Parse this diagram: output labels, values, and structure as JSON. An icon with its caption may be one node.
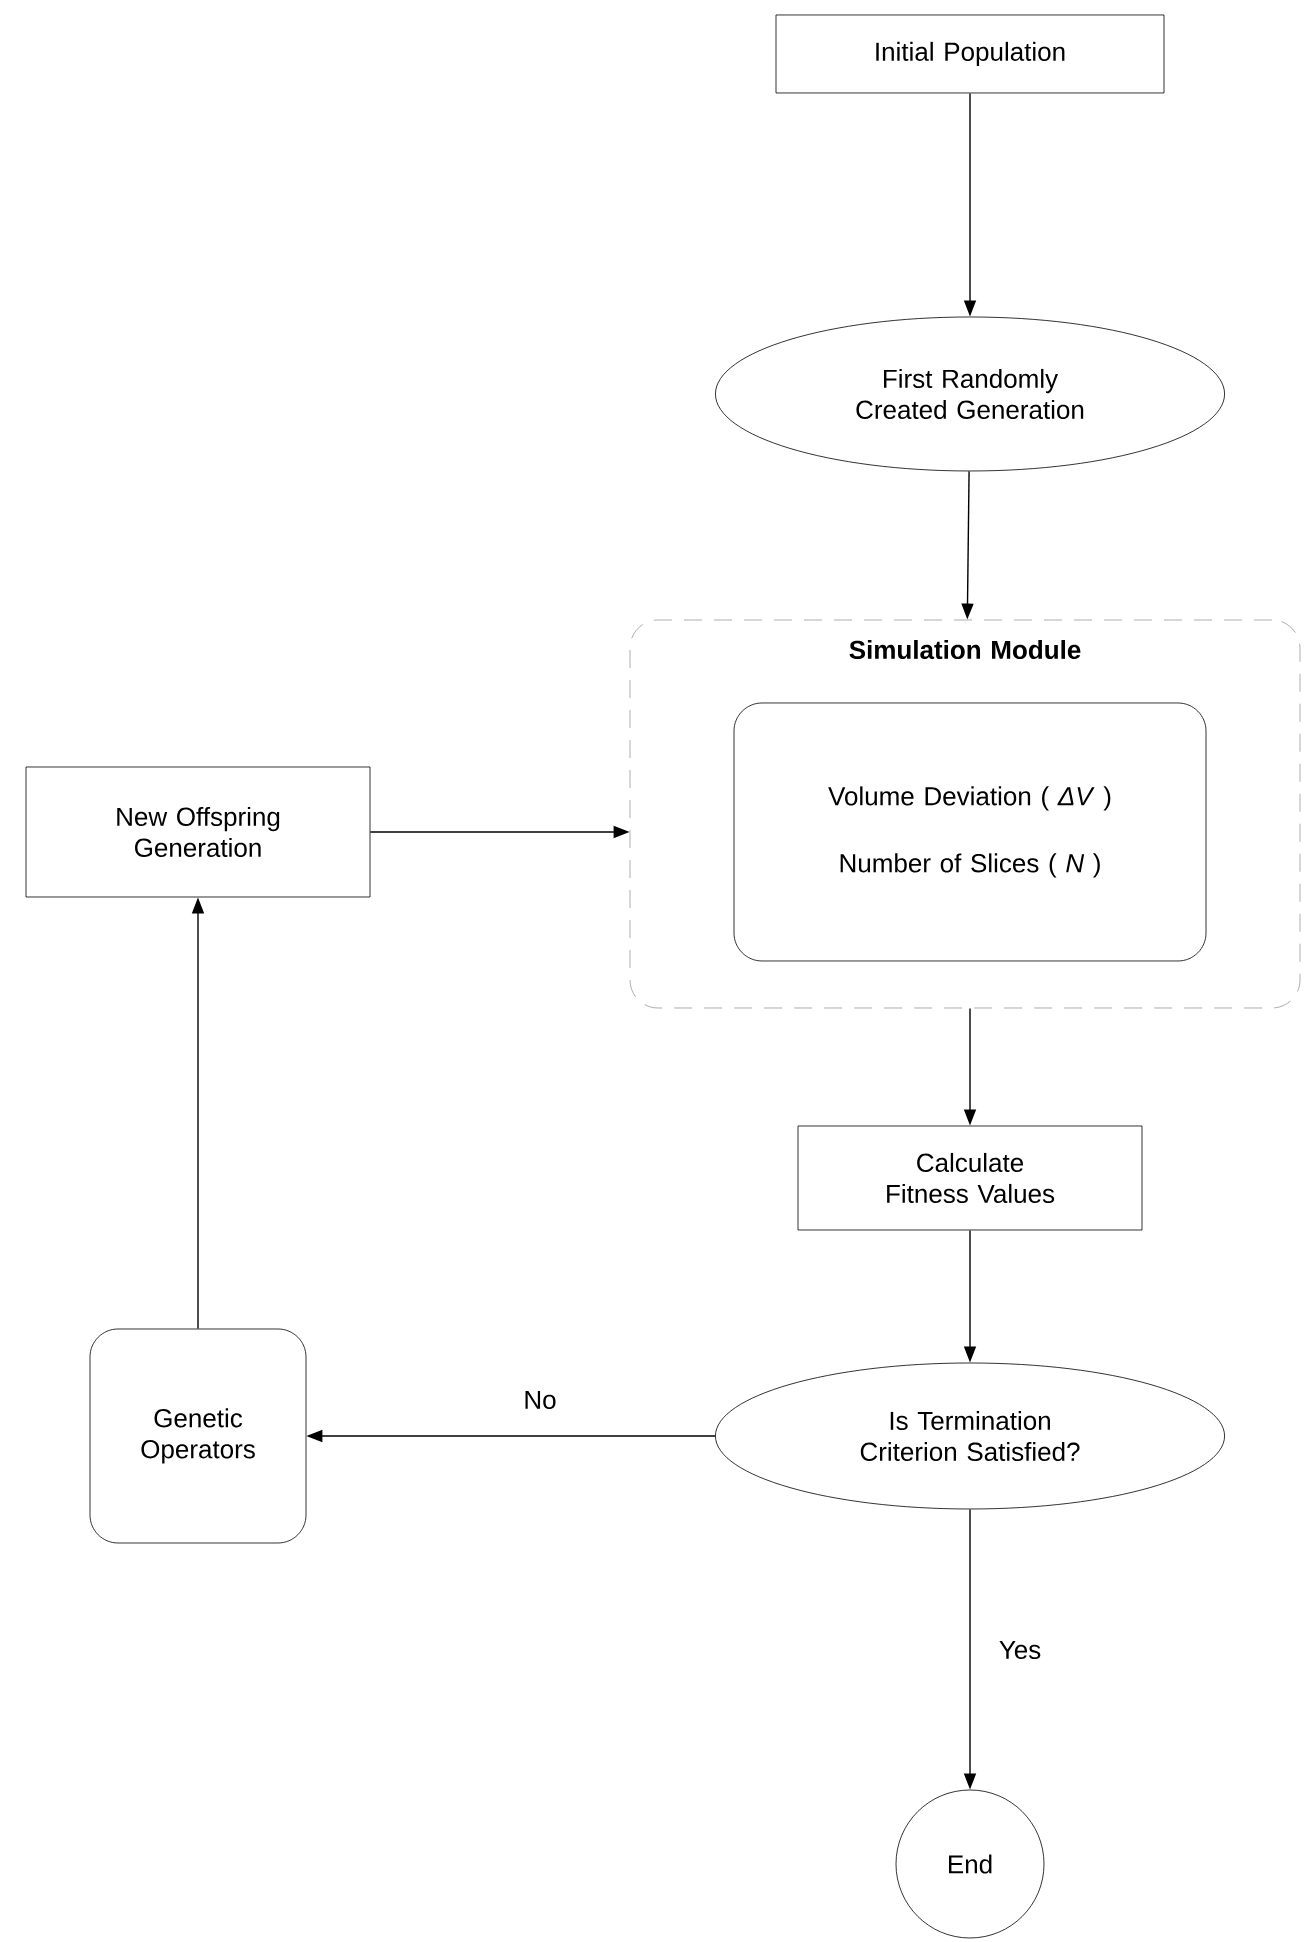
{
  "diagram": {
    "nodes": [
      {
        "text": [
          "Initial Population"
        ]
      },
      {
        "text": [
          "First Randomly Created Generation"
        ]
      },
      {
        "text": [
          "Simulation Module"
        ]
      },
      {
        "text": [
          "Volume Deviation ( *ΔV* )",
          "Number of Slices ( *N* )"
        ],
        "in": 2
      },
      {
        "text": [
          "Calculate Fitness Values"
        ]
      },
      {
        "text": [
          "Is Termination Criterion Satisfied?"
        ]
      },
      {
        "text": [
          "Genetic Operators"
        ]
      },
      {
        "text": [
          "New Offspring Generation"
        ]
      },
      {
        "text": [
          "End"
        ]
      }
    ],
    "edges": [
      {
        "from": 0,
        "to": 1,
        "arrow": "to"
      },
      {
        "from": 1,
        "to": 2,
        "arrow": "to"
      },
      {
        "from": 2,
        "to": 4,
        "arrow": "to"
      },
      {
        "from": 4,
        "to": 5,
        "arrow": "to"
      },
      {
        "from": 5,
        "to": 6,
        "arrow": "to",
        "label": "No"
      },
      {
        "from": 6,
        "to": 7,
        "arrow": "to"
      },
      {
        "from": 7,
        "to": 2,
        "arrow": "to"
      },
      {
        "from": 5,
        "to": 8,
        "arrow": "to",
        "label": "Yes"
      }
    ]
  }
}
